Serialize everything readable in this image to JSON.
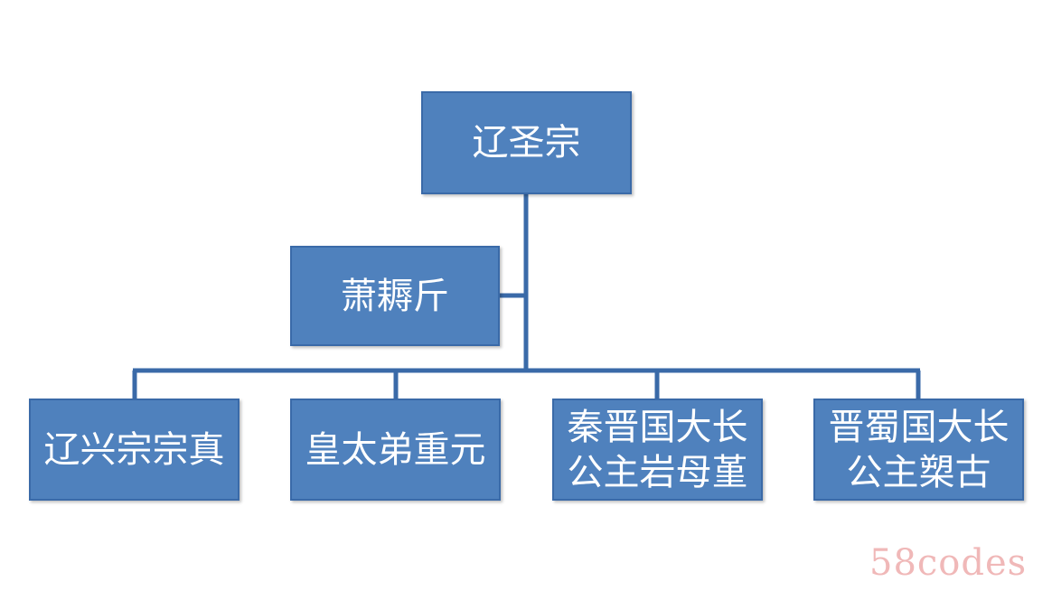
{
  "colors": {
    "box_fill": "#4f81bd",
    "box_border": "#3a6aa8",
    "connector": "#3a6aa8",
    "text": "#ffffff",
    "watermark": "#f0b8b8"
  },
  "nodes": {
    "root": "辽圣宗",
    "consort": "萧耨斤",
    "children": [
      "辽兴宗宗真",
      "皇太弟重元",
      "秦晋国大长\n公主岩母堇",
      "晋蜀国大长\n公主槊古"
    ]
  },
  "watermark": "58codes"
}
